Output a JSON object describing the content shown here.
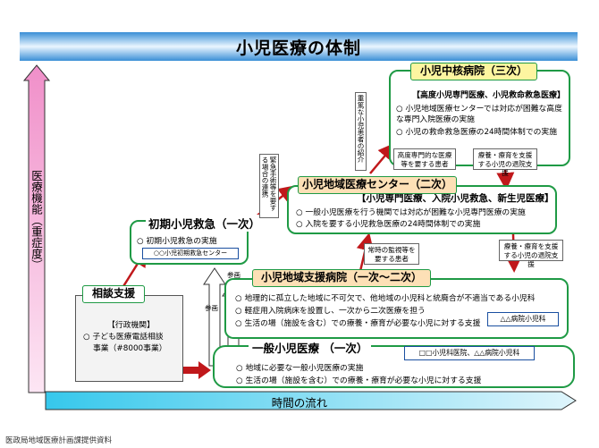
{
  "title": "小児医療の体制",
  "footer": "医政局地域医療計画課提供資料",
  "axis": {
    "vertical_label": "医療機能（重症度）",
    "horizontal_label": "時間の流れ"
  },
  "nodes": {
    "consult": {
      "title": "相談支援",
      "body_head": "【行政機関】",
      "body_lines": [
        "○ 子ども医療電話相談",
        "事業（#8000事業）"
      ]
    },
    "general": {
      "title": "一般小児医療 （一次）",
      "facilities": "□□小児科医院、△△病院小児科",
      "items": [
        "○ 地域に必要な一般小児医療の実施",
        "○ 生活の場（施設を含む）での療養・療育が必要な小児に対する支援"
      ]
    },
    "regional_support": {
      "title": "小児地域支援病院（一次～二次）",
      "items": [
        "○ 地理的に孤立した地域に不可欠で、他地域の小児科と統廃合が不適当である小児科",
        "○ 軽症用入院病床を設置し、一次から二次医療を担う",
        "○ 生活の場（施設を含む）での療養・療育が必要な小児に対する支援"
      ],
      "facility": "△△病院小児科"
    },
    "initial_emergency": {
      "title": "初期小児救急（一次）",
      "items": [
        "○ 初期小児救急の実施"
      ],
      "facility": "○○小児初期救急センター"
    },
    "regional_center": {
      "title": "小児地域医療センター（二次）",
      "subtitle": "【小児専門医療、入院小児救急、新生児医療】",
      "items": [
        "○ 一般小児医療を行う機関では対応が困難な小児専門医療の実施",
        "○ 入院を要する小児救急医療の24時間体制での実施"
      ]
    },
    "core_hospital": {
      "title": "小児中核病院（三次）",
      "subtitle": "【高度小児専門医療、小児救命救急医療】",
      "items": [
        "○ 小児地域医療センターでは対応が困難な高度な専門入院医療の実施",
        "○ 小児の救命救急医療の24時間体制での実施"
      ]
    }
  },
  "notes": {
    "emergency_referral": "緊急手術等を要する場合の連携",
    "severe_referral": "重篤な小児患者の紹介",
    "advanced_care": "高度専門的な医療等を要する患者",
    "constant_monitoring": "常時の監視等を要する患者",
    "retreat_core": "療養・療育を支援する小児の退院支援",
    "retreat_center": "療養・療育を支援する小児の退院支援",
    "ref_left": "参画",
    "ref_right": "参画"
  },
  "colors": {
    "green": "#1f9a45",
    "red_arrow": "#c0181b",
    "title_blue": "#3a8fd6",
    "axis_pink": "#f4a3d4",
    "axis_cyan": "#7fd6f0",
    "yellow_tag": "#fdf5a0",
    "orange_tag": "#fde0b6"
  }
}
